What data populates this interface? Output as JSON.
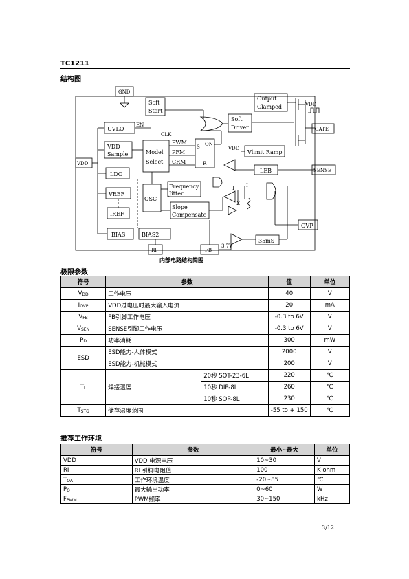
{
  "header": {
    "title": "TC1211"
  },
  "diagram": {
    "section_title": "结构图",
    "caption": "内部电路结构简图",
    "blocks": {
      "gnd": "GND",
      "soft_start_1": "Soft",
      "soft_start_2": "Start",
      "output_clamped_1": "Output",
      "output_clamped_2": "Clamped",
      "soft_driver_1": "Soft",
      "soft_driver_2": "Driver",
      "vdd_top": "VDD",
      "gate": "GATE",
      "uvlo": "UVLO",
      "en": "EN",
      "clk": "CLK",
      "vdd_sample_1": "VDD",
      "vdd_sample_2": "Sample",
      "model_select_1": "Model",
      "model_select_2": "Select",
      "pwm": "PWM",
      "pfm": "PFM",
      "crm": "CRM",
      "s": "S",
      "r": "R",
      "qn": "QN",
      "vdd_left": "VDD",
      "ldo": "LDO",
      "vdd_vlimit": "VDD",
      "vlimit_ramp": "Vlimit Ramp",
      "leb": "LEB",
      "sense": "SENSE",
      "vref": "VREF",
      "osc": "OSC",
      "freq_jitter_1": "Frequency",
      "freq_jitter_2": "Jitter",
      "i1": "I",
      "i2": "I",
      "sigma": "Σ",
      "iref": "IREF",
      "slope_1": "Slope",
      "slope_2": "Compensate",
      "ovp": "OVP",
      "bias": "BIAS",
      "bias2": "BIAS2",
      "ri": "RI",
      "fb": "FB",
      "v37": "3.7V",
      "ms35": "35mS"
    }
  },
  "limits": {
    "section_title": "极限参数",
    "headers": [
      "符号",
      "参数",
      "值",
      "单位"
    ],
    "rows": [
      {
        "sym": "V",
        "sub": "DD",
        "param": "工作电压",
        "value": "40",
        "unit": "V"
      },
      {
        "sym": "I",
        "sub": "OVP",
        "param": "VDD过电压时最大输入电流",
        "value": "20",
        "unit": "mA"
      },
      {
        "sym": "V",
        "sub": "FB",
        "param": "FB引脚工作电压",
        "value": "-0.3 to 6V",
        "unit": "V"
      },
      {
        "sym": "V",
        "sub": "SEN",
        "param": "SENSE引脚工作电压",
        "value": "-0.3 to 6V",
        "unit": "V"
      },
      {
        "sym": "P",
        "sub": "D",
        "param": "功率消耗",
        "value": "300",
        "unit": "mW"
      }
    ],
    "esd": {
      "sym": "ESD",
      "rows": [
        {
          "param": "ESD能力-人体模式",
          "value": "2000",
          "unit": "V"
        },
        {
          "param": "ESD能力-机械模式",
          "value": "200",
          "unit": "V"
        }
      ]
    },
    "tl": {
      "sym": "T",
      "sub": "L",
      "param": "焊接温度",
      "rows": [
        {
          "cond": "20秒  SOT-23-6L",
          "value": "220",
          "unit": "℃"
        },
        {
          "cond": "10秒  DIP-8L",
          "value": "260",
          "unit": "℃"
        },
        {
          "cond": "10秒  SOP-8L",
          "value": "230",
          "unit": "℃"
        }
      ]
    },
    "tstg": {
      "sym": "T",
      "sub": "STG",
      "param": "储存温度范围",
      "value": "-55 to + 150",
      "unit": "℃"
    }
  },
  "recommended": {
    "section_title": "推荐工作环境",
    "headers": [
      "符号",
      "参数",
      "最小~最大",
      "单位"
    ],
    "rows": [
      {
        "sym": "VDD",
        "sub": "",
        "param": "VDD  电源电压",
        "value": "10~30",
        "unit": "V"
      },
      {
        "sym": "RI",
        "sub": "",
        "param": "RI  引脚电阻值",
        "value": "100",
        "unit": "K ohm"
      },
      {
        "sym": "T",
        "sub": "OA",
        "param": "工作环境温度",
        "value": "-20~85",
        "unit": "℃"
      },
      {
        "sym": "P",
        "sub": "O",
        "param": "最大输出功率",
        "value": "0~60",
        "unit": "W"
      },
      {
        "sym": "F",
        "sub": "PWM",
        "param": "PWM频率",
        "value": "30~150",
        "unit": "kHz"
      }
    ]
  },
  "footer": {
    "page": "3/12"
  }
}
